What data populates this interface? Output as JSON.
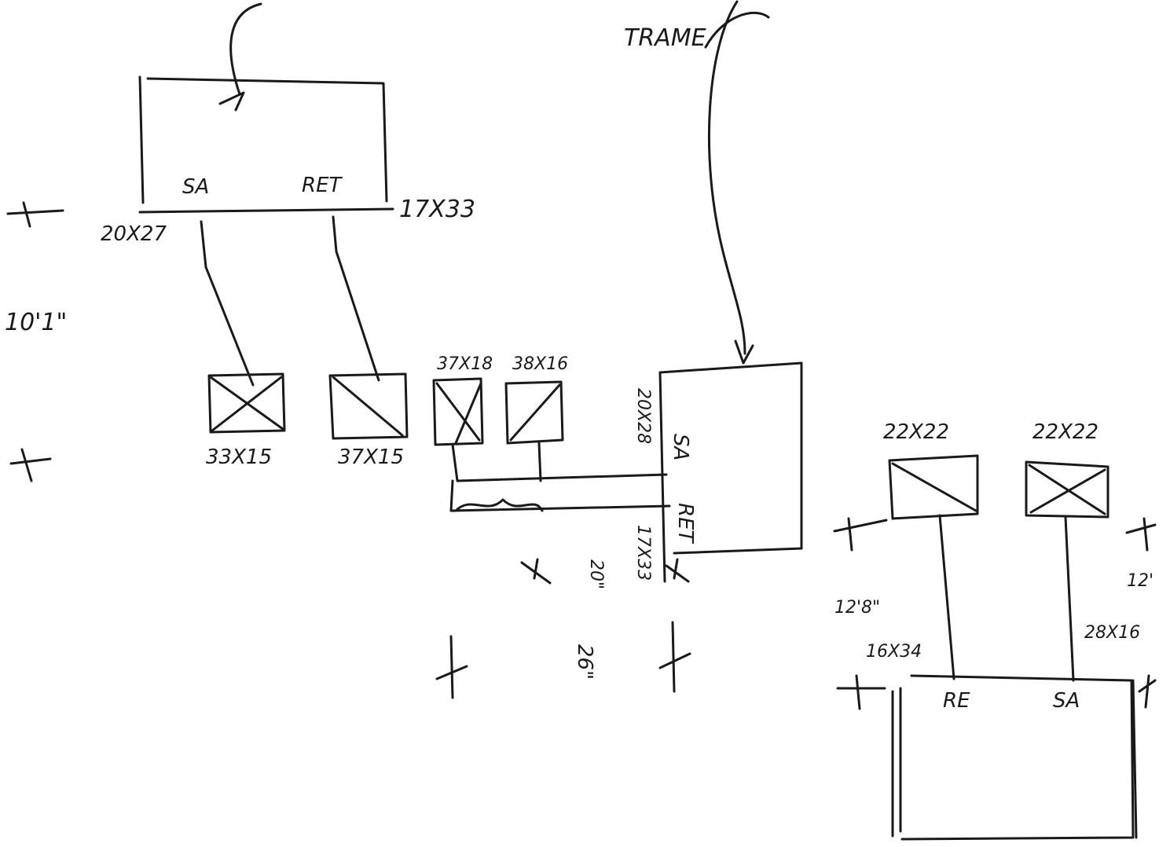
{
  "frame_label": "TRAME",
  "units": {
    "left": {
      "supply_label": "SA",
      "return_label": "RET",
      "supply_size": "20X27",
      "return_size": "17X33",
      "height_label": "10'1\"",
      "diffusers": [
        {
          "size": "33X15"
        },
        {
          "size": "37X15"
        }
      ]
    },
    "center": {
      "supply_label": "SA",
      "return_label": "RET",
      "supply_size": "20X28",
      "return_size": "17X33",
      "diffusers": [
        {
          "size": "37X18"
        },
        {
          "size": "38X16"
        }
      ],
      "dim_top": "20\"",
      "dim_bottom": "26\""
    },
    "right": {
      "supply_label": "SA",
      "return_label": "RE",
      "diffusers": [
        {
          "size": "22X22"
        },
        {
          "size": "22X22"
        }
      ],
      "return_duct_size": "16X34",
      "supply_duct_size": "28X16",
      "height_left": "12'8\"",
      "height_right": "12'"
    }
  }
}
